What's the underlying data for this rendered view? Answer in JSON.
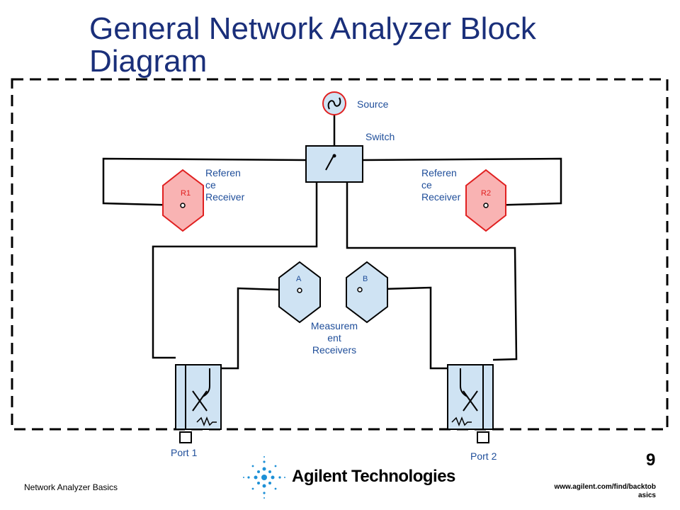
{
  "title": "General Network Analyzer Block Diagram",
  "labels": {
    "source": "Source",
    "switch": "Switch",
    "ref_left": [
      "Referen",
      "ce",
      "Receiver"
    ],
    "ref_right": [
      "Referen",
      "ce",
      "Receiver"
    ],
    "r1": "R1",
    "r2": "R2",
    "a": "A",
    "b": "B",
    "measurement": [
      "Measurem",
      "ent",
      "Receivers"
    ],
    "port1": "Port 1",
    "port2": "Port 2"
  },
  "footer": {
    "left": "Network Analyzer Basics",
    "page": "9",
    "brand": "Agilent Technologies",
    "url": [
      "www.agilent.com/find/backtob",
      "asics"
    ]
  },
  "colors": {
    "title": "#1a2f7a",
    "label": "#1f4e9a",
    "receiver_red_fill": "#f9b3b3",
    "receiver_red_stroke": "#e02020",
    "receiver_blue_fill": "#cfe3f3",
    "box_fill": "#cfe3f3",
    "logo": "#1e90d6"
  }
}
